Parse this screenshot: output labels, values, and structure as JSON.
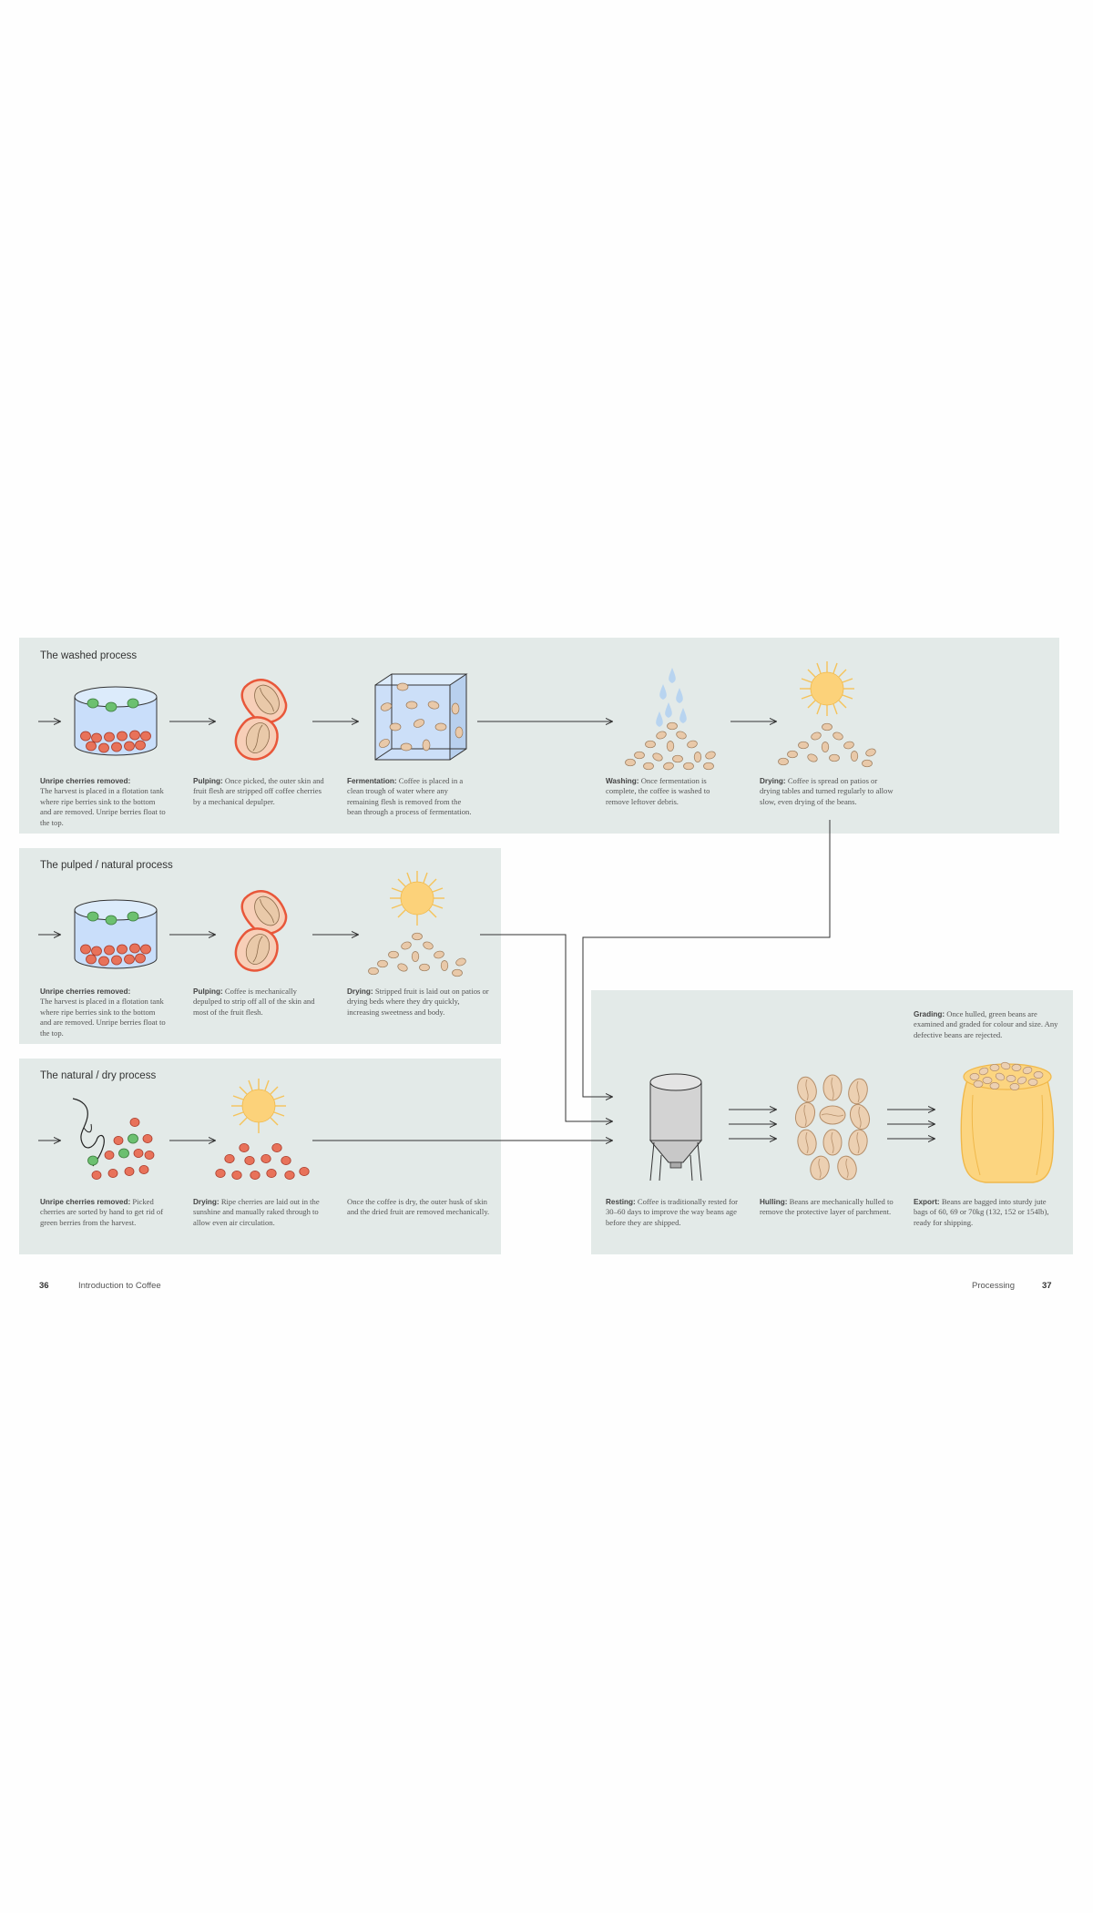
{
  "washed": {
    "title": "The washed process",
    "steps": [
      {
        "label": "Unripe cherries removed:",
        "text": "The harvest is placed in a flotation tank where ripe berries sink to the bottom and are removed. Unripe berries float to the top."
      },
      {
        "label": "Pulping:",
        "text": "Once picked, the outer skin and fruit flesh are stripped off coffee cherries by a mechanical depulper."
      },
      {
        "label": "Fermentation:",
        "text": "Coffee is placed in a clean trough of water where any remaining flesh is removed from the bean through a process of fermentation."
      },
      {
        "label": "Washing:",
        "text": "Once fermentation is complete, the coffee is washed to remove leftover debris."
      },
      {
        "label": "Drying:",
        "text": "Coffee is spread on patios or drying tables and turned regularly to allow slow, even drying of the beans."
      }
    ]
  },
  "pulped": {
    "title": "The pulped / natural process",
    "steps": [
      {
        "label": "Unripe cherries removed:",
        "text": "The harvest is placed in a flotation tank where ripe berries sink to the bottom and are removed. Unripe berries float to the top."
      },
      {
        "label": "Pulping:",
        "text": "Coffee is mechanically depulped to strip off all of the skin and most of the fruit flesh."
      },
      {
        "label": "Drying:",
        "text": "Stripped fruit is laid out on patios or drying beds where they dry quickly, increasing sweetness and body."
      }
    ]
  },
  "natural": {
    "title": "The natural / dry process",
    "steps": [
      {
        "label": "Unripe cherries removed:",
        "text": "Picked cherries are sorted by hand to get rid of green berries from the harvest."
      },
      {
        "label": "Drying:",
        "text": "Ripe cherries are laid out in the sunshine and manually raked through to allow even air circulation."
      },
      {
        "label": "",
        "text": "Once the coffee is dry, the outer husk of skin and the dried fruit are removed mechanically."
      }
    ]
  },
  "final": {
    "steps": [
      {
        "label": "Grading:",
        "text": "Once hulled, green beans are examined and graded for colour and size. Any defective beans are rejected."
      },
      {
        "label": "Resting:",
        "text": "Coffee is traditionally rested for 30–60 days to improve the way beans age before they are shipped."
      },
      {
        "label": "Hulling:",
        "text": "Beans are mechanically hulled to remove the protective layer of parchment."
      },
      {
        "label": "Export:",
        "text": "Beans are bagged into sturdy jute bags of 60, 69 or 70kg (132, 152 or 154lb), ready for shipping."
      }
    ]
  },
  "footer": {
    "left_page": "36",
    "left_title": "Introduction to Coffee",
    "right_title": "Processing",
    "right_page": "37"
  },
  "colors": {
    "panel": "#e3eae8",
    "cherry_red": "#e8725a",
    "cherry_green": "#6cc070",
    "bean": "#e9c9a9",
    "sun": "#fcd27a",
    "water": "#b8d4f0",
    "bag": "#fcd580"
  }
}
